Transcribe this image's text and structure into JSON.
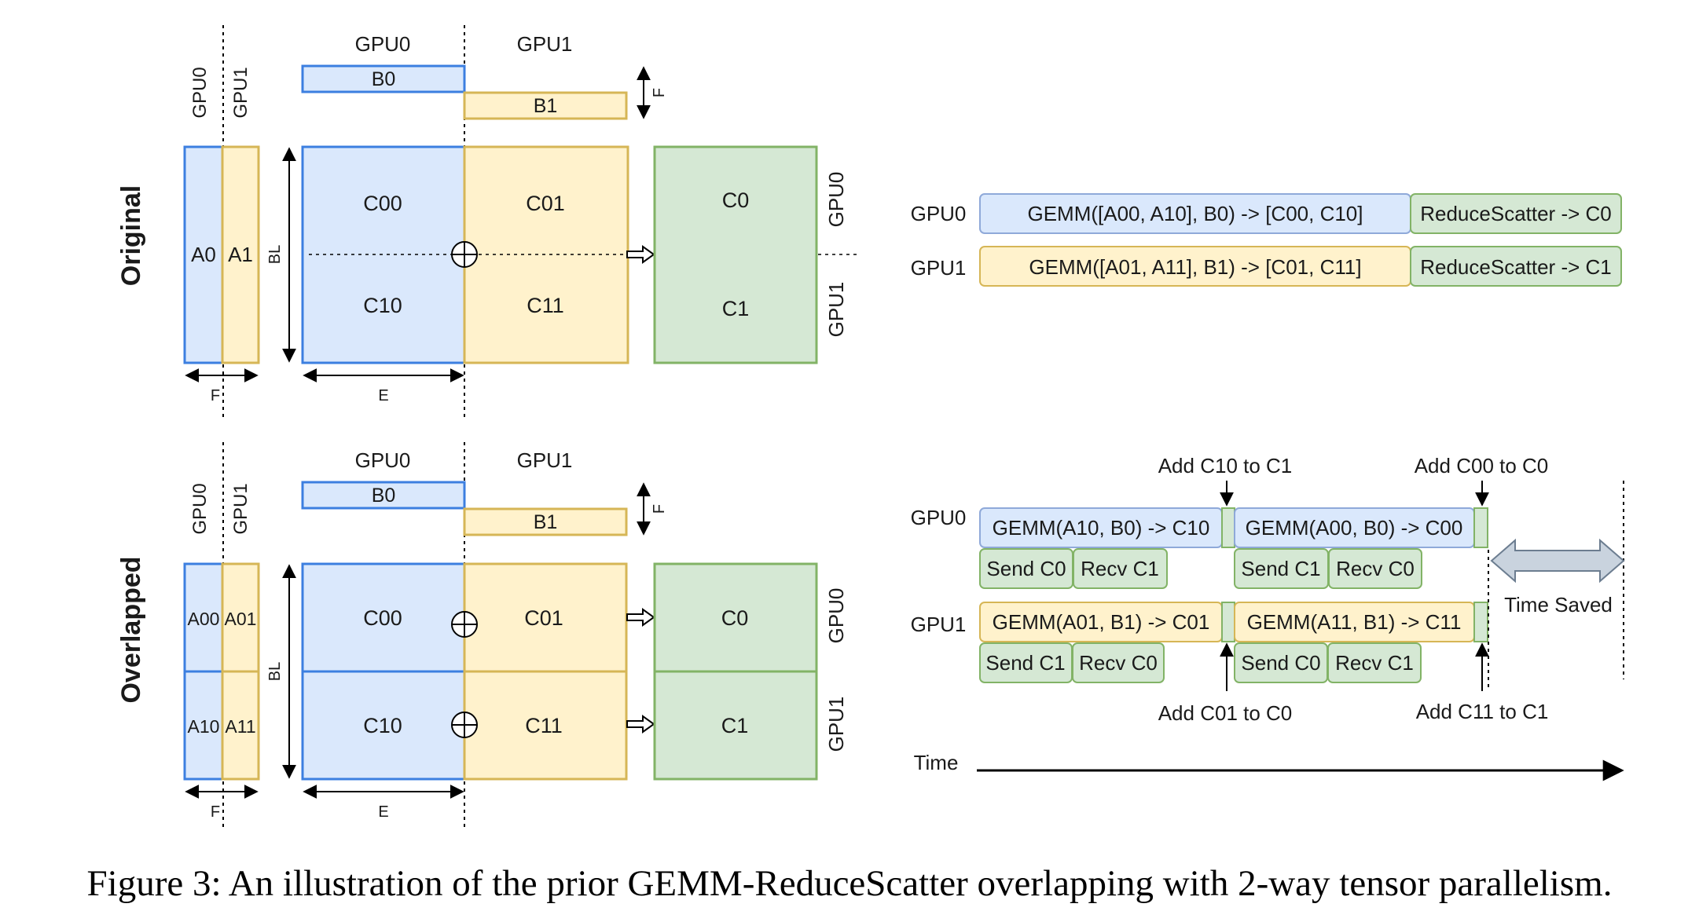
{
  "sections": {
    "original": "Original",
    "overlapped": "Overlapped"
  },
  "labels": {
    "gpu0": "GPU0",
    "gpu1": "GPU1",
    "b0": "B0",
    "b1": "B1",
    "dim_f": "F",
    "dim_bl": "BL",
    "dim_e": "E",
    "a0": "A0",
    "a1": "A1",
    "a00": "A00",
    "a01": "A01",
    "a10": "A10",
    "a11": "A11",
    "c00": "C00",
    "c01": "C01",
    "c10": "C10",
    "c11": "C11",
    "c0": "C0",
    "c1": "C1"
  },
  "timeline_original": {
    "gpu0_gemm": "GEMM([A00, A10], B0) -> [C00, C10]",
    "gpu0_rs": "ReduceScatter -> C0",
    "gpu1_gemm": "GEMM([A01, A11], B1) -> [C01, C11]",
    "gpu1_rs": "ReduceScatter -> C1"
  },
  "timeline_overlapped": {
    "add_c10_c1": "Add C10 to C1",
    "add_c00_c0": "Add C00 to C0",
    "add_c01_c0": "Add C01 to C0",
    "add_c11_c1": "Add C11 to C1",
    "gpu0_gemm1": "GEMM(A10, B0) -> C10",
    "gpu0_gemm2": "GEMM(A00, B0) -> C00",
    "gpu1_gemm1": "GEMM(A01, B1) -> C01",
    "gpu1_gemm2": "GEMM(A11, B1) -> C11",
    "send_c0": "Send C0",
    "recv_c1": "Recv C1",
    "send_c1": "Send C1",
    "recv_c0": "Recv C0",
    "time_saved": "Time Saved",
    "time": "Time"
  },
  "caption": "Figure 3: An illustration of the prior GEMM-ReduceScatter overlapping with 2-way tensor parallelism.",
  "colors": {
    "blue_fill": "#dae8fc",
    "blue_stroke": "#3c7fe0",
    "blue_box_stroke": "#8fa9d9",
    "yellow_fill": "#fff2cc",
    "yellow_stroke": "#d6b656",
    "green_fill": "#d5e8d4",
    "green_stroke": "#82b366",
    "gray_fill": "#c9d3de",
    "gray_stroke": "#6c7d90"
  }
}
